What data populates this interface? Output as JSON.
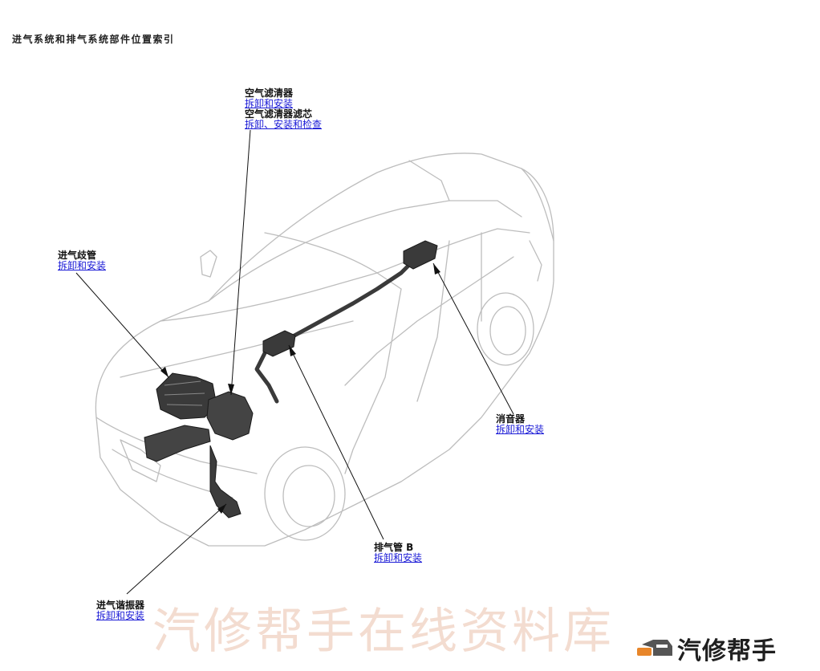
{
  "page": {
    "title": "进气系统和排气系统部件位置索引"
  },
  "callouts": {
    "air_cleaner": {
      "label": "空气滤清器",
      "link": "拆卸和安装"
    },
    "air_cleaner_element": {
      "label": "空气滤清器滤芯",
      "link": "拆卸、安装和检查"
    },
    "intake_manifold": {
      "label": "进气歧管",
      "link": "拆卸和安装"
    },
    "muffler": {
      "label": "消音器",
      "link": "拆卸和安装"
    },
    "exhaust_pipe_b": {
      "label": "排气管 B",
      "link": "拆卸和安装"
    },
    "intake_resonator": {
      "label": "进气谐振器",
      "link": "拆卸和安装"
    }
  },
  "watermark": {
    "text": "汽修帮手在线资料库"
  },
  "brand": {
    "name": "汽修帮手"
  },
  "colors": {
    "link": "#1a1ad6",
    "car_outline": "#bdbdbd",
    "component": "#3a3a3a",
    "watermark": "#f3dcd0",
    "brand_orange": "#e8862a"
  }
}
